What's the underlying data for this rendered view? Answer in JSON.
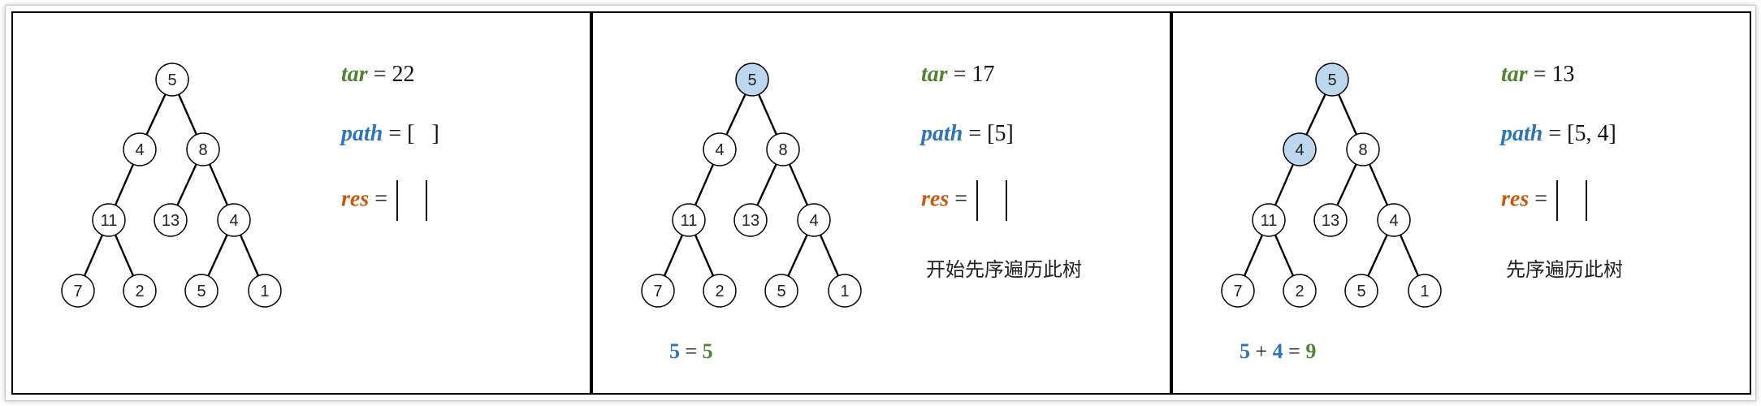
{
  "colors": {
    "tar": "#548235",
    "path": "#2e75b6",
    "res": "#c55a11",
    "highlight": "#bdd7ee",
    "node_default": "#ffffff"
  },
  "tree": {
    "nodes": [
      {
        "id": "n5",
        "label": "5"
      },
      {
        "id": "n4a",
        "label": "4"
      },
      {
        "id": "n8",
        "label": "8"
      },
      {
        "id": "n11",
        "label": "11"
      },
      {
        "id": "n13",
        "label": "13"
      },
      {
        "id": "n4b",
        "label": "4"
      },
      {
        "id": "n7",
        "label": "7"
      },
      {
        "id": "n2",
        "label": "2"
      },
      {
        "id": "n5b",
        "label": "5"
      },
      {
        "id": "n1",
        "label": "1"
      }
    ],
    "edges": [
      [
        "n5",
        "n4a"
      ],
      [
        "n5",
        "n8"
      ],
      [
        "n4a",
        "n11"
      ],
      [
        "n8",
        "n13"
      ],
      [
        "n8",
        "n4b"
      ],
      [
        "n11",
        "n7"
      ],
      [
        "n11",
        "n2"
      ],
      [
        "n4b",
        "n5b"
      ],
      [
        "n4b",
        "n1"
      ]
    ]
  },
  "labels": {
    "tar": "tar",
    "path": "path",
    "res": "res",
    "eq": "=",
    "plus": "+"
  },
  "panels": [
    {
      "tar_value": "22",
      "path_value": "[   ]",
      "highlighted": [],
      "note": "",
      "sum_terms": [],
      "sum_result": ""
    },
    {
      "tar_value": "17",
      "path_value": "[5]",
      "highlighted": [
        "n5"
      ],
      "note": "开始先序遍历此树",
      "sum_terms": [
        "5"
      ],
      "sum_result": "5"
    },
    {
      "tar_value": "13",
      "path_value": "[5, 4]",
      "highlighted": [
        "n5",
        "n4a"
      ],
      "note": "先序遍历此树",
      "sum_terms": [
        "5",
        "4"
      ],
      "sum_result": "9"
    }
  ]
}
